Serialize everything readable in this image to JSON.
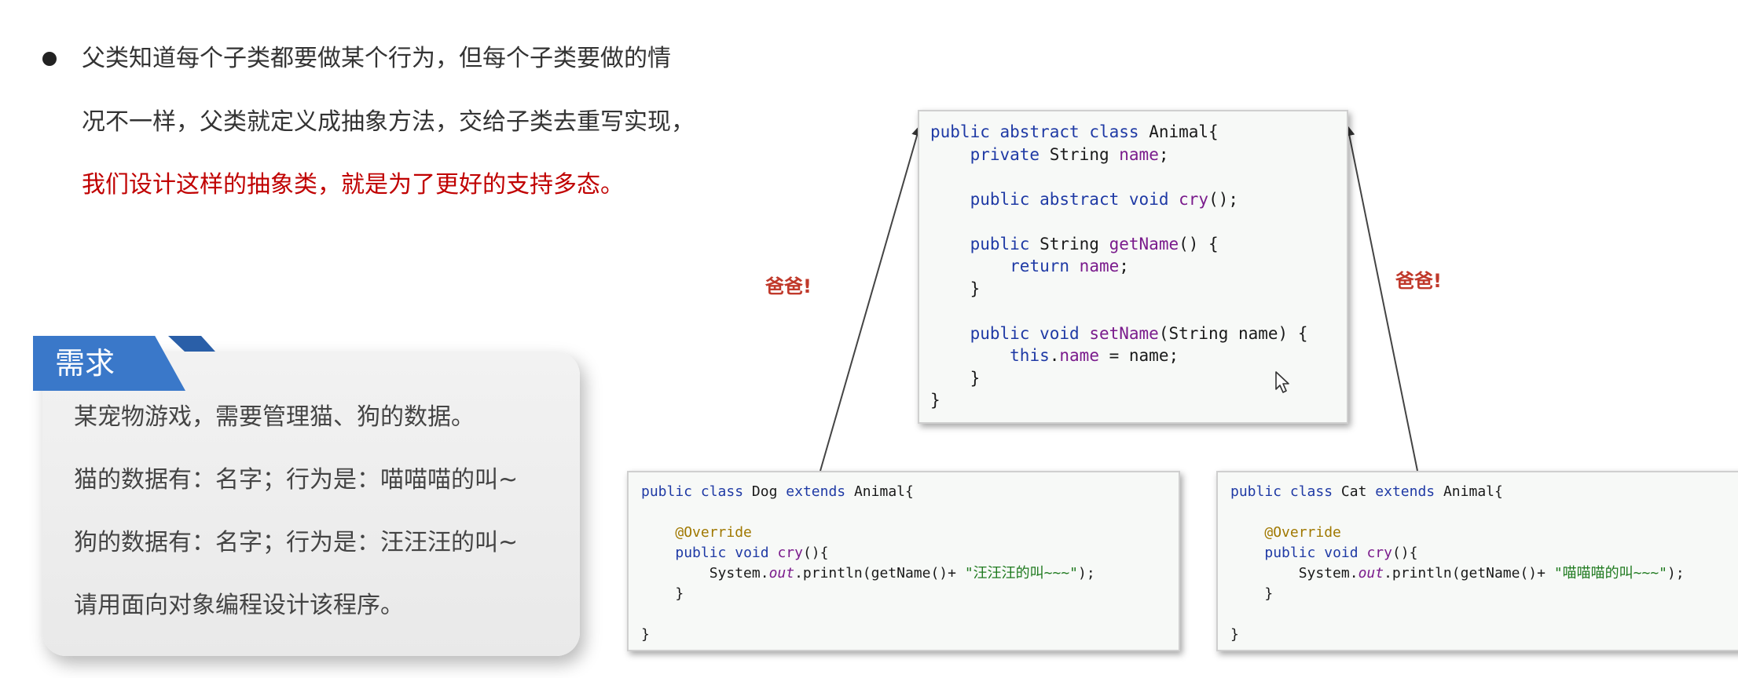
{
  "bullet": {
    "lines": [
      "父类知道每个子类都要做某个行为，但每个子类要做的情",
      "况不一样，父类就定义成抽象方法，交给子类去重写实现，",
      "我们设计这样的抽象类，就是为了更好的支持多态。"
    ]
  },
  "requirement": {
    "title": "需求",
    "lines": [
      "某宠物游戏，需要管理猫、狗的数据。",
      "猫的数据有：名字；行为是：喵喵喵的叫~",
      "狗的数据有：名字；行为是：汪汪汪的叫~",
      "请用面向对象编程设计该程序。"
    ]
  },
  "labels": {
    "left_dad": "爸爸!",
    "right_dad": "爸爸!"
  },
  "code": {
    "animal": {
      "l1": [
        "public",
        "abstract",
        "class",
        "Animal{"
      ],
      "l2": [
        "private",
        "String",
        "name",
        ";"
      ],
      "l3": [
        "public",
        "abstract",
        "void",
        "cry",
        "();"
      ],
      "l4": [
        "public",
        "String",
        "getName",
        "() {"
      ],
      "l5": [
        "return",
        "name",
        ";"
      ],
      "l6": "}",
      "l7": [
        "public",
        "void",
        "setName",
        "(String name) {"
      ],
      "l8": [
        "this",
        ".",
        "name",
        " = name;"
      ],
      "l9": "}",
      "l10": "}"
    },
    "dog": {
      "l1": [
        "public",
        "class",
        "Dog",
        "extends",
        "Animal{"
      ],
      "annotation": "@Override",
      "l3": [
        "public",
        "void",
        "cry",
        "(){"
      ],
      "l4": [
        "System.",
        "out",
        ".println(getName()+ ",
        "\"汪汪汪的叫~~~\"",
        ");"
      ],
      "l5": "}",
      "l6": "}"
    },
    "cat": {
      "l1": [
        "public",
        "class",
        "Cat",
        "extends",
        "Animal{"
      ],
      "annotation": "@Override",
      "l3": [
        "public",
        "void",
        "cry",
        "(){"
      ],
      "l4": [
        "System.",
        "out",
        ".println(getName()+ ",
        "\"喵喵喵的叫~~~\"",
        ");"
      ],
      "l5": "}",
      "l6": "}"
    }
  },
  "colors": {
    "highlight_red": "#c00000",
    "tab_blue": "#3a78c9",
    "keyword_blue": "#1f3aa5",
    "field_purple": "#7a1b8c",
    "string_green": "#1f7a1f",
    "annotation_gold": "#a07800"
  },
  "icons": [
    "bullet-dot",
    "mouse-cursor-icon"
  ]
}
